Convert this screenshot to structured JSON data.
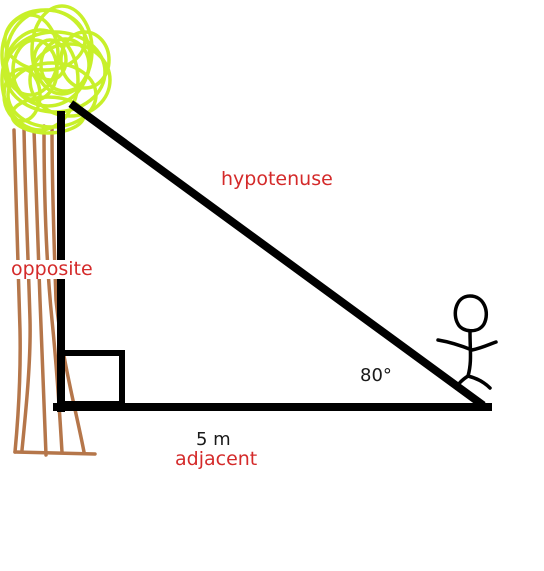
{
  "labels": {
    "hypotenuse": "hypotenuse",
    "opposite": "opposite",
    "adjacent": "adjacent",
    "angle": "80°",
    "adjacent_length": "5 m"
  },
  "icons": [
    "tree-icon",
    "person-icon",
    "right-angle-marker"
  ],
  "colors": {
    "triangle": "#000000",
    "label_red": "#d42a2a",
    "trunk": "#b5764a",
    "foliage": "#c8f02a"
  }
}
